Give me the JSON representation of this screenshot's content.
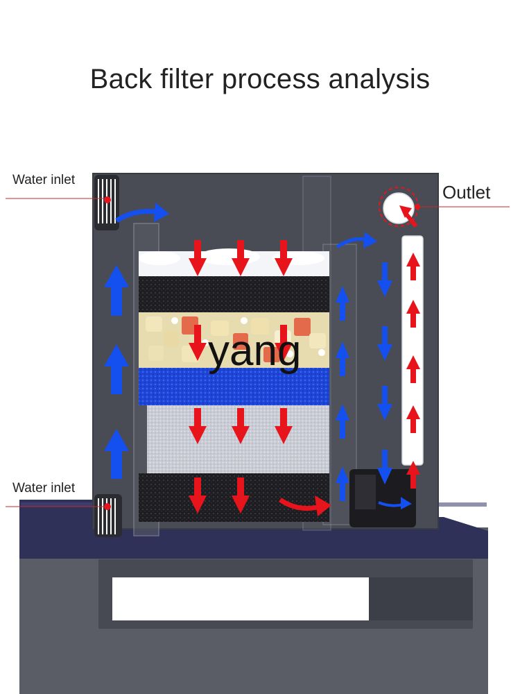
{
  "title": "Back filter process analysis",
  "labels": {
    "water_inlet_top": "Water inlet",
    "water_inlet_bottom": "Water inlet",
    "outlet": "Outlet"
  },
  "watermark": "yang",
  "colors": {
    "flow_down": "#e8141c",
    "flow_up": "#1450f0",
    "tank": "#4a4c55",
    "stand": "#2f3158",
    "cabinet": "#5a5c66",
    "pipe": "#ffffff"
  }
}
